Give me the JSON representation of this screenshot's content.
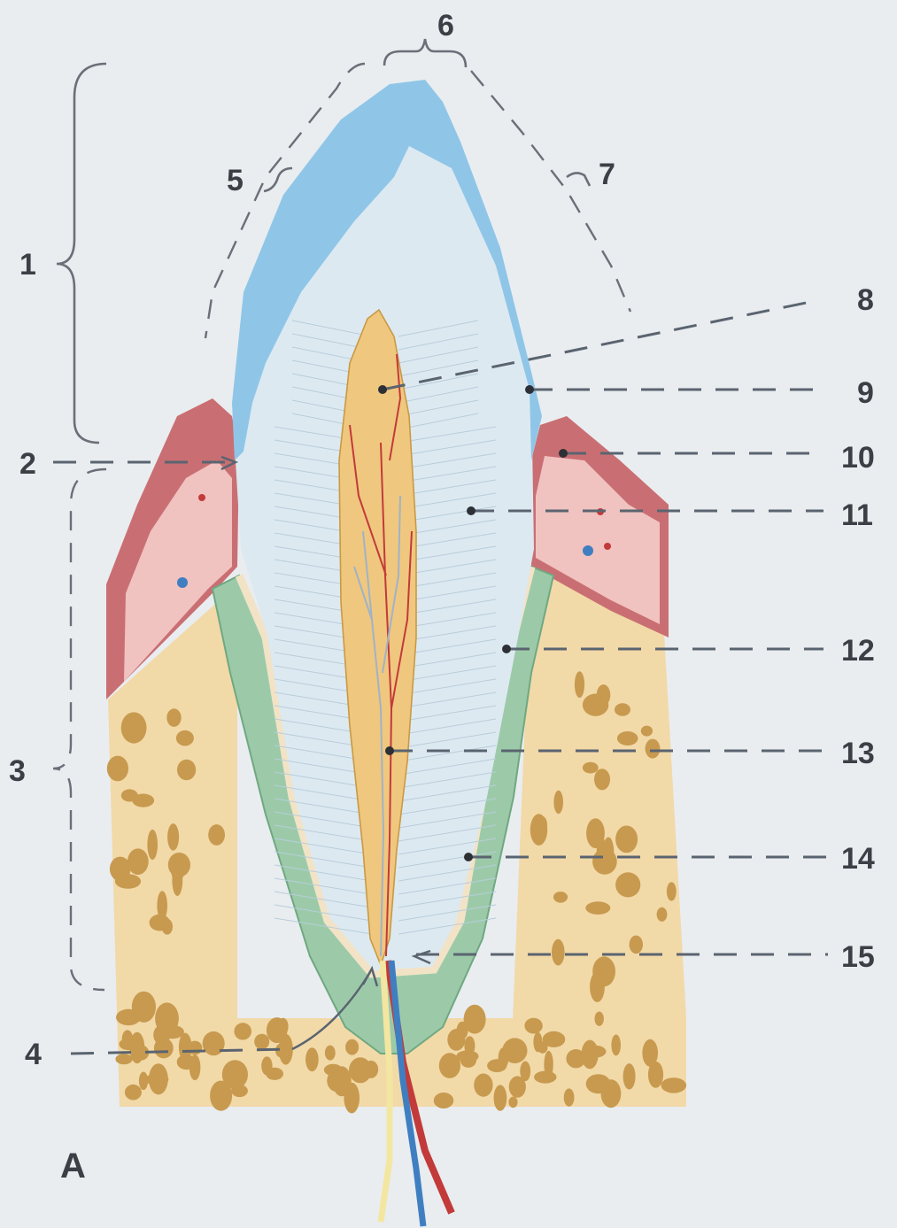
{
  "figure": {
    "panel_letter": "A",
    "labels": [
      "1",
      "2",
      "3",
      "4",
      "5",
      "6",
      "7",
      "8",
      "9",
      "10",
      "11",
      "12",
      "13",
      "14",
      "15"
    ]
  },
  "colors": {
    "background": "#e9edf0",
    "enamel": "#8fc6e8",
    "dentin": "#dde9f1",
    "pulp": "#f0c77e",
    "gingiva": "#c96f73",
    "gingiva_inner": "#f0c2c0",
    "periodontal_ligament": "#9ccaa9",
    "bone": "#f2d9a8",
    "trabecula": "#c79a4f",
    "artery": "#c23a3a",
    "vein": "#3f7fc1",
    "nerve": "#f3e6a0"
  }
}
